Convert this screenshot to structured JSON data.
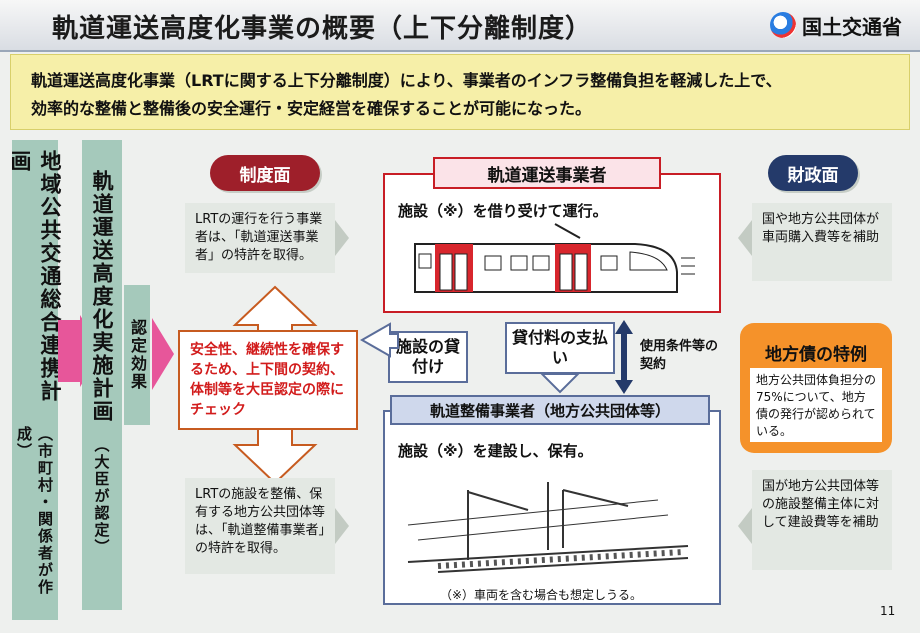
{
  "header": {
    "title": "軌道運送高度化事業の概要（上下分離制度）",
    "ministry": "国土交通省"
  },
  "summary": {
    "line1": "軌道運送高度化事業（LRTに関する上下分離制度）により、事業者のインフラ整備負担を軽減した上で、",
    "line2": "効率的な整備と整備後の安全運行・安定経営を確保することが可能になった。"
  },
  "left_bars": {
    "plan1_main": "地域公共交通総合連携計画",
    "plan1_sub": "（市町村・関係者が作成）",
    "plan2_main": "軌道運送高度化実施計画",
    "plan2_sub": "（大臣が認定）",
    "effect": "認定効果"
  },
  "system": {
    "label": "制度面",
    "box_top": "LRTの運行を行う事業者は、「軌道運送事業者」の特許を取得。",
    "callout": "安全性、継続性を確保するため、上下間の契約、体制等を大臣認定の際にチェック",
    "box_bottom": "LRTの施設を整備、保有する地方公共団体等は、「軌道整備事業者」の特許を取得。"
  },
  "operator": {
    "label": "軌道運送事業者",
    "text": "施設（※）を借り受けて運行。"
  },
  "middle": {
    "lend": "施設の貸付け",
    "pay": "貸付料の支払い",
    "contract": "使用条件等の契約"
  },
  "maintainer": {
    "label": "軌道整備事業者（地方公共団体等）",
    "text": "施設（※）を建設し、保有。",
    "note": "（※）車両を含む場合も想定しうる。"
  },
  "finance": {
    "label": "財政面",
    "box_top": "国や地方公共団体が車両購入費等を補助",
    "special_title": "地方債の特例",
    "special_text": "地方公共団体負担分の75%について、地方債の発行が認められている。",
    "box_bottom": "国が地方公共団体等の施設整備主体に対して建設費等を補助"
  },
  "page_number": "11",
  "colors": {
    "accent_red": "#c81d25",
    "label_pill": "#9e1f2a",
    "finance_pill": "#243a6a",
    "orange": "#f5922a",
    "arrow_pink": "#e7569a"
  }
}
